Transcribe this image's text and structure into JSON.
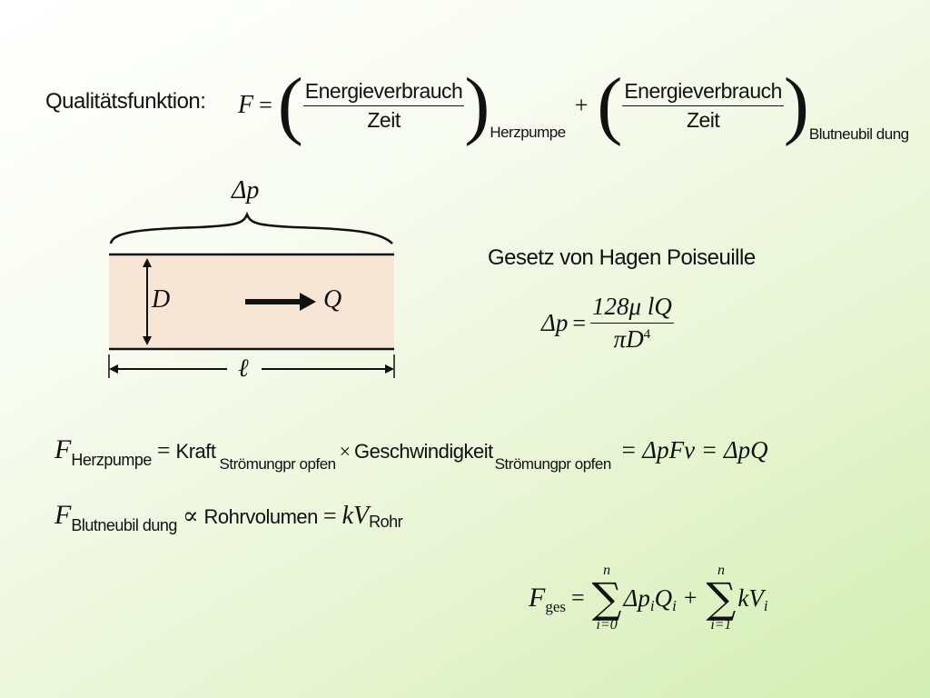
{
  "quality": {
    "label": "Qualitätsfunktion:",
    "F": "F",
    "eq": "=",
    "plus": "+",
    "num1": "Energieverbrauch",
    "den1": "Zeit",
    "sub1": "Herzpumpe",
    "num2": "Energieverbrauch",
    "den2": "Zeit",
    "sub2": "Blutneubil dung"
  },
  "diagram": {
    "delta_p": "Δp",
    "D": "D",
    "Q": "Q",
    "l": "ℓ",
    "fill_color": "#f7e5d6"
  },
  "hagen": {
    "title": "Gesetz von Hagen Poiseuille",
    "lhs": "Δp",
    "eq": "=",
    "numerator": "128μ lQ",
    "denominator_base": "πD",
    "denominator_exp": "4"
  },
  "eq_herz": {
    "F": "F",
    "F_sub": "Herzpumpe",
    "eq1": "=",
    "kraft": "Kraft",
    "kraft_sub": "Strömungpr opfen",
    "times": "×",
    "geschw": "Geschwindigkeit",
    "geschw_sub": "Strömungpr opfen",
    "tail": "= ΔpFv = ΔpQ"
  },
  "eq_blut": {
    "F": "F",
    "F_sub": "Blutneubil dung",
    "prop": "∝",
    "rohrvolumen": "Rohrvolumen",
    "eq": "=",
    "kV": "kV",
    "V_sub": "Rohr"
  },
  "eq_ges": {
    "F": "F",
    "F_sub": "ges",
    "eq": "=",
    "sum1_top": "n",
    "sum1_bottom": "i=0",
    "term1": "Δp",
    "term1_sub": "i",
    "term1b": "Q",
    "term1b_sub": "i",
    "plus": "+",
    "sum2_top": "n",
    "sum2_bottom": "i=1",
    "term2": "kV",
    "term2_sub": "i"
  }
}
